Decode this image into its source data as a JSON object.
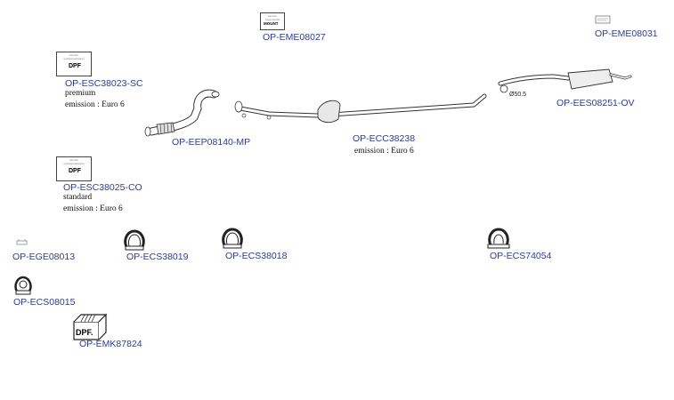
{
  "parts": {
    "eme08027": {
      "code": "OP-EME08027",
      "label": "MOUNT"
    },
    "eme08031": {
      "code": "OP-EME08031"
    },
    "esc38023": {
      "code": "OP-ESC38023-SC",
      "line1": "premium",
      "line2": "emission : Euro 6",
      "badge": "DPF"
    },
    "eep08140": {
      "code": "OP-EEP08140-MP"
    },
    "ecc38238": {
      "code": "OP-ECC38238",
      "line1": "emission : Euro 6"
    },
    "ees08251": {
      "code": "OP-EES08251-OV",
      "dim": "Ø50.5"
    },
    "esc38025": {
      "code": "OP-ESC38025-CO",
      "line1": "standard",
      "line2": "emission : Euro 6",
      "badge": "DPF"
    },
    "ege08013": {
      "code": "OP-EGE08013"
    },
    "ecs38019": {
      "code": "OP-ECS38019"
    },
    "ecs38018": {
      "code": "OP-ECS38018"
    },
    "ecs74054": {
      "code": "OP-ECS74054"
    },
    "ecs08015": {
      "code": "OP-ECS08015"
    },
    "emk87824": {
      "code": "OP-EMK87824",
      "badge": "DPF."
    }
  }
}
